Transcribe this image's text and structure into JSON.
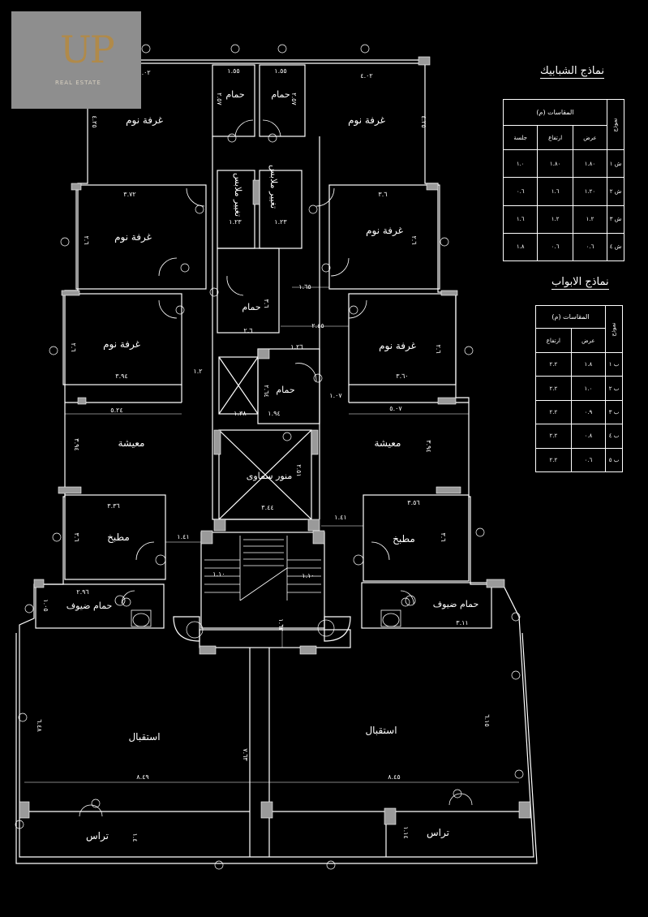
{
  "logo": {
    "mark": "UP",
    "subtitle": "REAL ESTATE"
  },
  "windows_schedule": {
    "title": "نماذج الشبابيك",
    "type_header": "نموذج",
    "dims_header": "المقاسات (م)",
    "col_headers": [
      "عرض",
      "ارتفاع",
      "جلسة"
    ],
    "rows": [
      {
        "type": "ش ١",
        "w": "١.٨٠",
        "h": "١.٨٠",
        "sill": "١.٠"
      },
      {
        "type": "ش ٢",
        "w": "١.٢٠",
        "h": "١.٦",
        "sill": "٠.٦"
      },
      {
        "type": "ش ٣",
        "w": "١.٢",
        "h": "١.٢",
        "sill": "١.٦"
      },
      {
        "type": "ش ٤",
        "w": "٠.٦",
        "h": "٠.٦",
        "sill": "١.٨"
      }
    ]
  },
  "doors_schedule": {
    "title": "نماذج الابواب",
    "type_header": "نموذج",
    "dims_header": "المقاسات (م)",
    "col_headers": [
      "عرض",
      "ارتفاع"
    ],
    "rows": [
      {
        "type": "ب ١",
        "w": "١.٨",
        "h": "٢.٢"
      },
      {
        "type": "ب ٢",
        "w": "١.٠",
        "h": "٢.٢"
      },
      {
        "type": "ب ٣",
        "w": "٠.٩",
        "h": "٢.٢"
      },
      {
        "type": "ب ٤",
        "w": "٠.٨",
        "h": "٢.٢"
      },
      {
        "type": "ب ٥",
        "w": "٠.٦",
        "h": "٢.٢"
      }
    ]
  },
  "rooms": {
    "bedroom": "غرفة نوم",
    "bathroom": "حمام",
    "dressing": "تغيير ملابس",
    "living": "معيشة",
    "kitchen": "مطبخ",
    "guest_bath": "حمام ضيوف",
    "reception": "استقبال",
    "terrace": "تراس",
    "lightwell": "منور سماوى"
  },
  "dims": {
    "d1": "٤.٠٢",
    "d2": "١.٥٥",
    "d3": "٢.٥٧",
    "d4": "٤.٢٥",
    "d5": "٣.٧٢",
    "d6": "٣.٦",
    "d7": "١.٢٣",
    "d8": "٣.٦",
    "d9": "١.٦٥",
    "d10": "٢.٤٥",
    "d11": "٢.٦",
    "d12": "٣.٩٤",
    "d13": "١.٢",
    "d14": "١.٢٦",
    "d15": "٢.٦٤",
    "d16": "١.٠٧",
    "d17": "٣.٦٠",
    "d18": "٥.٢٤",
    "d19": "١.٣٨",
    "d20": "١.٩٤",
    "d21": "٥.٠٧",
    "d22": "٣.٩٤",
    "d23": "٢.٥١",
    "d24": "٣.٣٦",
    "d25": "٣.٤٤",
    "d26": "٣.٥٦",
    "d27": "١.٤١",
    "d28": "٢.٩٦",
    "d29": "١.٠٥",
    "d30": "٣.١١",
    "d31": "١.٦٢",
    "d32": "١.١٠",
    "d33": "٦.٤٨",
    "d34": "٧.٦٣",
    "d35": "٦.١٥",
    "d36": "٨.٤٩",
    "d37": "٨.٤٥",
    "d38": "١.٤",
    "d39": "١.١٤"
  },
  "tags": {
    "w1": "ش١",
    "w2": "ش٢",
    "w3": "ش٣",
    "w4": "ش٤",
    "b1": "ب١",
    "b2": "ب٢",
    "b3": "ب٣",
    "b4": "ب٤",
    "b5": "ب٥"
  }
}
